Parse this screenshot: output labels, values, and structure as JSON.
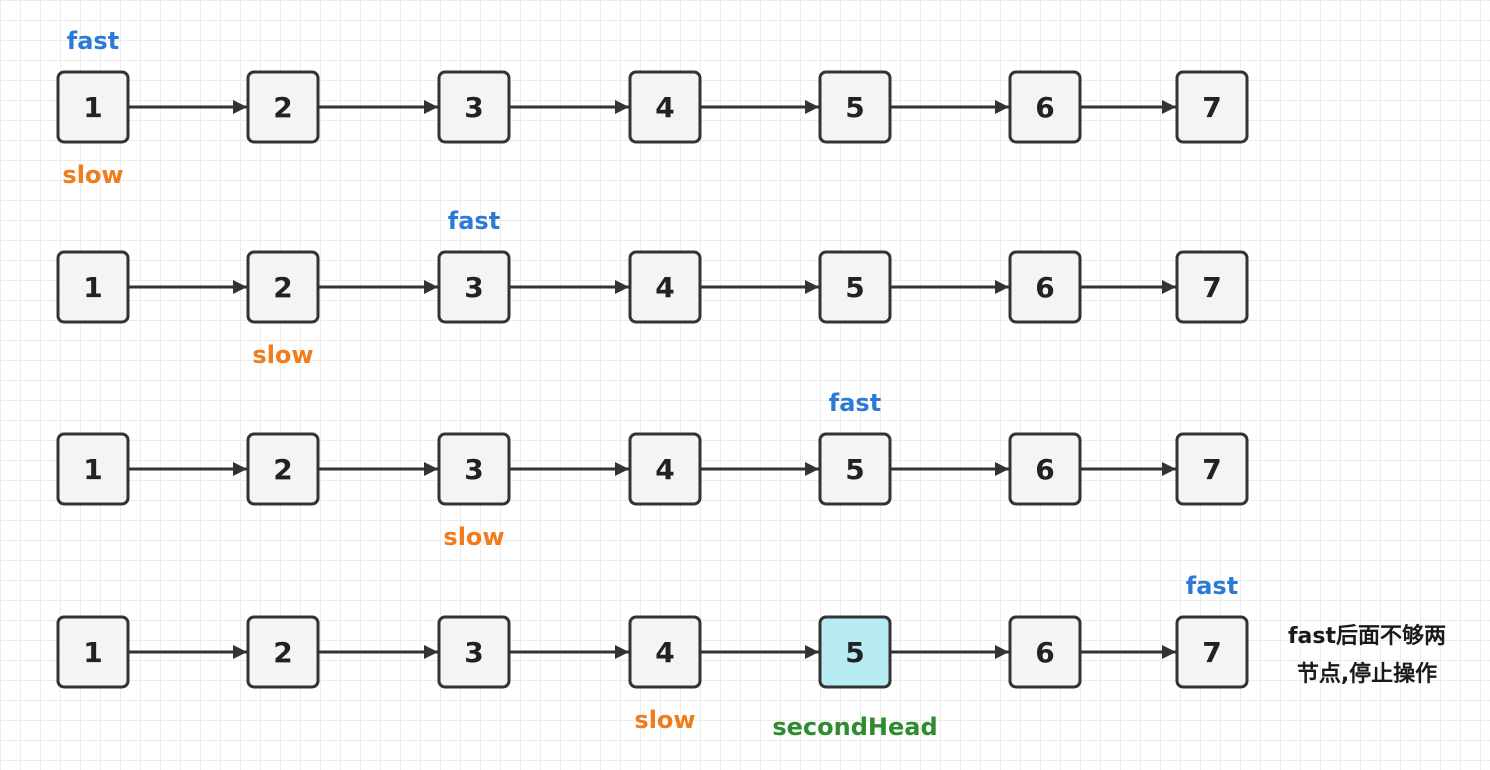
{
  "colors": {
    "fast": "#2b7bd6",
    "slow": "#f07c1c",
    "second_head": "#2e8b2e",
    "node_fill": "#f4f4f4",
    "node_highlight": "#b6ecf2",
    "stroke": "#333333"
  },
  "rows": [
    {
      "nodes": [
        "1",
        "2",
        "3",
        "4",
        "5",
        "6",
        "7"
      ],
      "fast": {
        "label": "fast",
        "index": 0
      },
      "slow": {
        "label": "slow",
        "index": 0
      }
    },
    {
      "nodes": [
        "1",
        "2",
        "3",
        "4",
        "5",
        "6",
        "7"
      ],
      "fast": {
        "label": "fast",
        "index": 2
      },
      "slow": {
        "label": "slow",
        "index": 1
      }
    },
    {
      "nodes": [
        "1",
        "2",
        "3",
        "4",
        "5",
        "6",
        "7"
      ],
      "fast": {
        "label": "fast",
        "index": 4
      },
      "slow": {
        "label": "slow",
        "index": 2
      }
    },
    {
      "nodes": [
        "1",
        "2",
        "3",
        "4",
        "5",
        "6",
        "7"
      ],
      "fast": {
        "label": "fast",
        "index": 6
      },
      "slow": {
        "label": "slow",
        "index": 3
      },
      "second_head": {
        "label": "secondHead",
        "index": 4
      },
      "highlight_index": 4
    }
  ],
  "note": {
    "line1": "fast后面不够两",
    "line2": "节点,停止操作"
  }
}
